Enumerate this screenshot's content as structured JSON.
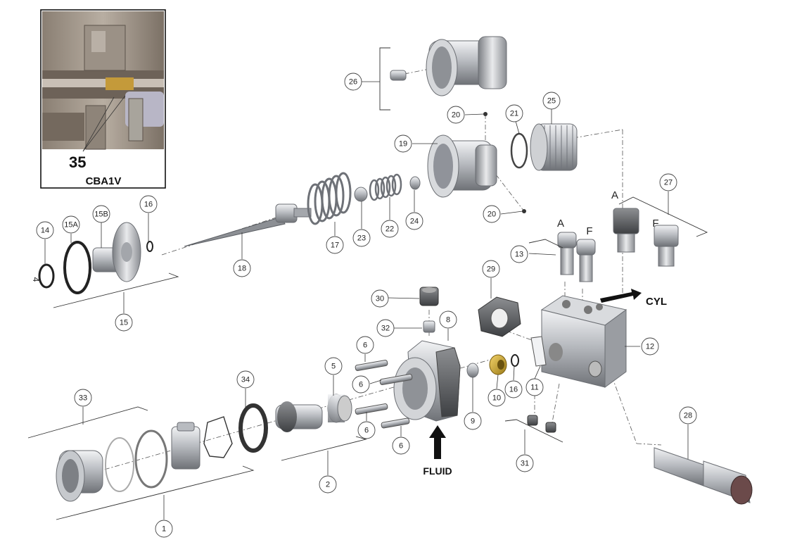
{
  "inset": {
    "callout_number": "35",
    "model_label": "CBA1V"
  },
  "labels": {
    "cyl": "CYL",
    "fluid": "FLUID",
    "side_number": "4",
    "port_a_upper": "A",
    "port_f_upper": "F",
    "port_a_lower": "A",
    "port_f_lower": "F"
  },
  "callouts": [
    {
      "id": "c26",
      "text": "26"
    },
    {
      "id": "c20a",
      "text": "20"
    },
    {
      "id": "c21",
      "text": "21"
    },
    {
      "id": "c25",
      "text": "25"
    },
    {
      "id": "c19",
      "text": "19"
    },
    {
      "id": "c20b",
      "text": "20"
    },
    {
      "id": "c27",
      "text": "27"
    },
    {
      "id": "c16a",
      "text": "16"
    },
    {
      "id": "c15b",
      "text": "15B"
    },
    {
      "id": "c15a",
      "text": "15A"
    },
    {
      "id": "c14",
      "text": "14"
    },
    {
      "id": "c17",
      "text": "17"
    },
    {
      "id": "c23",
      "text": "23"
    },
    {
      "id": "c22",
      "text": "22"
    },
    {
      "id": "c24",
      "text": "24"
    },
    {
      "id": "c18",
      "text": "18"
    },
    {
      "id": "c15",
      "text": "15"
    },
    {
      "id": "c13",
      "text": "13"
    },
    {
      "id": "c29",
      "text": "29"
    },
    {
      "id": "c30",
      "text": "30"
    },
    {
      "id": "c32",
      "text": "32"
    },
    {
      "id": "c8",
      "text": "8"
    },
    {
      "id": "c12",
      "text": "12"
    },
    {
      "id": "c6a",
      "text": "6"
    },
    {
      "id": "c5",
      "text": "5"
    },
    {
      "id": "c6b",
      "text": "6"
    },
    {
      "id": "c34",
      "text": "34"
    },
    {
      "id": "c33",
      "text": "33"
    },
    {
      "id": "c11",
      "text": "11"
    },
    {
      "id": "c16b",
      "text": "16"
    },
    {
      "id": "c10",
      "text": "10"
    },
    {
      "id": "c9",
      "text": "9"
    },
    {
      "id": "c6c",
      "text": "6"
    },
    {
      "id": "c6d",
      "text": "6"
    },
    {
      "id": "c2",
      "text": "2"
    },
    {
      "id": "c28",
      "text": "28"
    },
    {
      "id": "c31",
      "text": "31"
    },
    {
      "id": "c1",
      "text": "1"
    }
  ]
}
